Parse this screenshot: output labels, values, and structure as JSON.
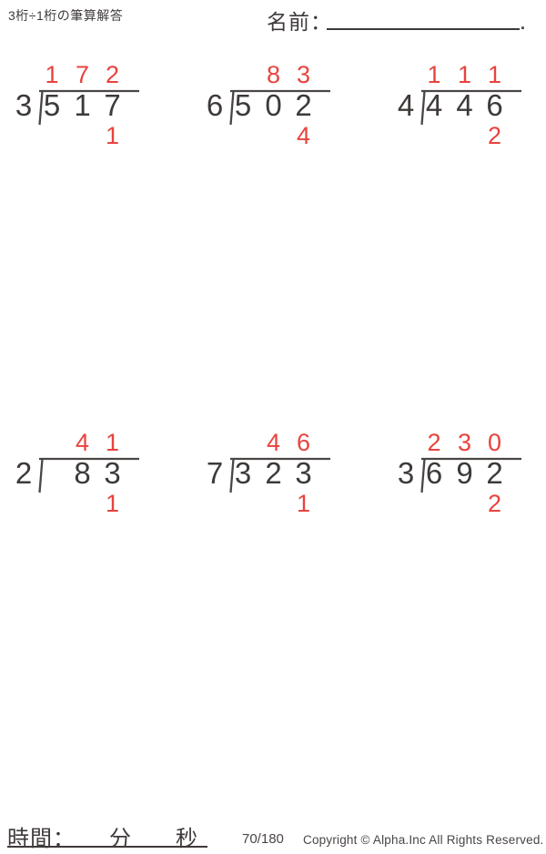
{
  "page": {
    "title": "3桁÷1桁の筆算解答",
    "name_label": "名前：",
    "name_line_end": "."
  },
  "problems": [
    {
      "divisor": "3",
      "dividend": [
        "5",
        "1",
        "7"
      ],
      "quotient": [
        "1",
        "7",
        "2"
      ],
      "remainder": "1"
    },
    {
      "divisor": "6",
      "dividend": [
        "5",
        "0",
        "2"
      ],
      "quotient": [
        "",
        "8",
        "3"
      ],
      "remainder": "4"
    },
    {
      "divisor": "4",
      "dividend": [
        "4",
        "4",
        "6"
      ],
      "quotient": [
        "1",
        "1",
        "1"
      ],
      "remainder": "2"
    },
    {
      "divisor": "2",
      "dividend": [
        "",
        "8",
        "3"
      ],
      "quotient": [
        "",
        "4",
        "1"
      ],
      "remainder": "1"
    },
    {
      "divisor": "7",
      "dividend": [
        "3",
        "2",
        "3"
      ],
      "quotient": [
        "",
        "4",
        "6"
      ],
      "remainder": "1"
    },
    {
      "divisor": "3",
      "dividend": [
        "6",
        "9",
        "2"
      ],
      "quotient": [
        "2",
        "3",
        "0"
      ],
      "remainder": "2"
    }
  ],
  "footer": {
    "time_label": "時間：",
    "minutes_label": "分",
    "seconds_label": "秒",
    "page_number": "70/180",
    "copyright": "Copyright © Alpha.Inc All Rights Reserved."
  },
  "colors": {
    "answer_red": "#e8433e",
    "text_dark": "#3e3a39"
  }
}
